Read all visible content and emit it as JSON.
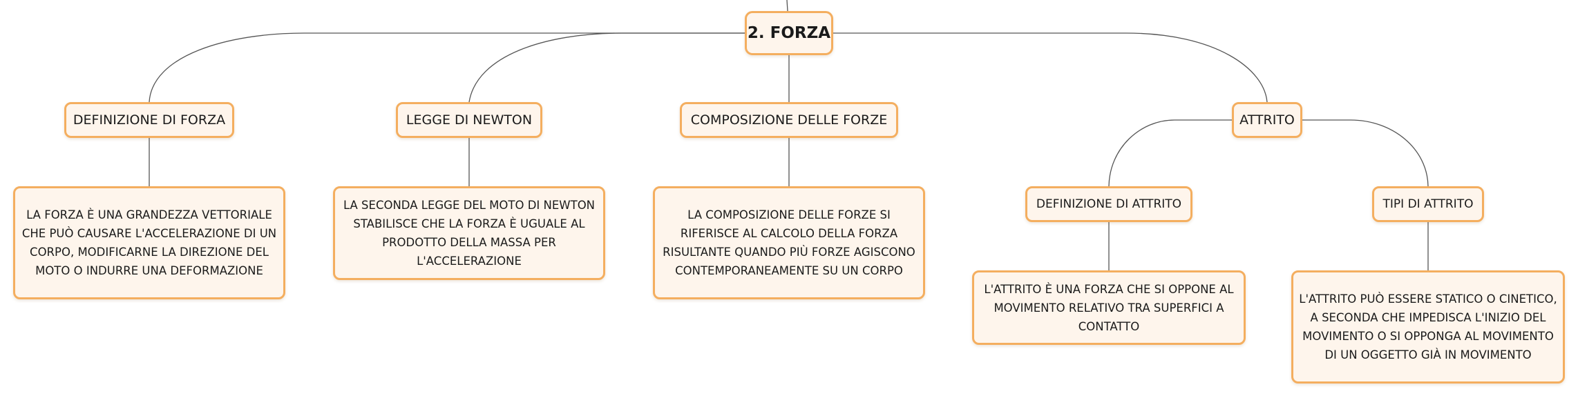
{
  "diagram": {
    "type": "mind-map",
    "colors": {
      "node_border": "#f4ae5f",
      "node_fill": "#fef5ec",
      "connector": "#555555",
      "text": "#1a1a1a"
    },
    "root": {
      "label": "2. FORZA"
    },
    "branches": [
      {
        "label": "DEFINIZIONE DI FORZA",
        "detail": "LA FORZA È UNA GRANDEZZA VETTORIALE CHE PUÒ CAUSARE L'ACCELERAZIONE DI UN CORPO, MODIFICARNE LA DIREZIONE DEL MOTO O INDURRE UNA DEFORMAZIONE"
      },
      {
        "label": "LEGGE DI NEWTON",
        "detail": "LA SECONDA LEGGE DEL MOTO DI NEWTON STABILISCE CHE LA FORZA È UGUALE AL PRODOTTO DELLA MASSA PER L'ACCELERAZIONE"
      },
      {
        "label": "COMPOSIZIONE DELLE FORZE",
        "detail": "LA COMPOSIZIONE DELLE FORZE SI RIFERISCE AL CALCOLO DELLA FORZA RISULTANTE QUANDO PIÙ FORZE AGISCONO CONTEMPORANEAMENTE SU UN CORPO"
      },
      {
        "label": "ATTRITO",
        "children": [
          {
            "label": "DEFINIZIONE DI ATTRITO",
            "detail": "L'ATTRITO È UNA FORZA CHE SI OPPONE AL MOVIMENTO RELATIVO TRA SUPERFICI A CONTATTO"
          },
          {
            "label": "TIPI DI ATTRITO",
            "detail": "L'ATTRITO PUÒ ESSERE STATICO O CINETICO, A SECONDA CHE IMPEDISCA L'INIZIO DEL MOVIMENTO O SI OPPONGA AL MOVIMENTO DI UN OGGETTO GIÀ IN MOVIMENTO"
          }
        ]
      }
    ]
  }
}
